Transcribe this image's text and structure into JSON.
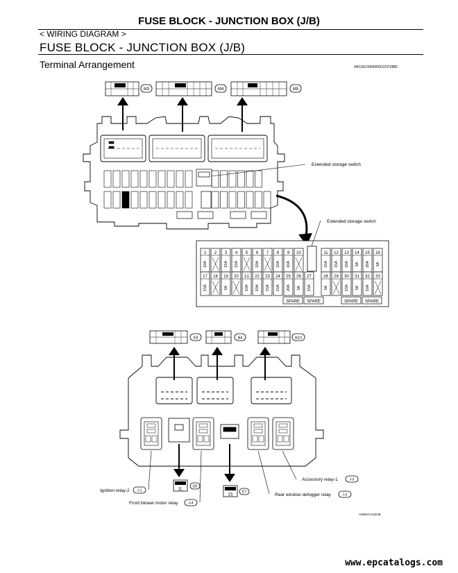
{
  "header": {
    "title": "FUSE BLOCK - JUNCTION BOX (J/B)",
    "breadcrumb": "< WIRING DIAGRAM >",
    "section_title": "FUSE BLOCK - JUNCTION BOX (J/B)",
    "subheading": "Terminal Arrangement",
    "info_id": "INFOID:0000000012372882"
  },
  "connectors": {
    "m3": "M3",
    "m4": "M4",
    "m5": "M5",
    "e8": "E8",
    "b4": "B4",
    "b23": "B23",
    "e7": "E7"
  },
  "callouts": {
    "extended_switch_1": "Extended storage switch",
    "extended_switch_2": "Extended storage switch",
    "ignition_relay_2": "Ignition relay-2",
    "front_blower_motor_relay": "Front blower motor relay",
    "accessory_relay_1": "Accessory relay-1",
    "rear_window_defogger_relay": "Rear window defogger relay"
  },
  "relay_ids": {
    "j1": "J-1",
    "j4": "J-4",
    "j3": "J-3",
    "j2": "J-2"
  },
  "terminals": {
    "e8_term": "1L",
    "e7_term": "1S"
  },
  "fuse_table": {
    "row1_numbers": [
      "1",
      "2",
      "3",
      "4",
      "5",
      "6",
      "7",
      "8",
      "9",
      "10",
      "11",
      "12",
      "13",
      "14",
      "15",
      "16"
    ],
    "row1_ratings": [
      "10A",
      "",
      "15A",
      "15A",
      "",
      "10A",
      "",
      "10A",
      "10A",
      "",
      "15A",
      "15A",
      "10A",
      "5A",
      "20A",
      "5A"
    ],
    "row2_numbers": [
      "17",
      "18",
      "19",
      "20",
      "21",
      "22",
      "23",
      "24",
      "25",
      "26",
      "27",
      "28",
      "29",
      "30",
      "31",
      "32",
      "33"
    ],
    "row2_ratings": [
      "15A",
      "",
      "5A",
      "",
      "10A",
      "10A",
      "15A",
      "15A",
      "20A",
      "5A",
      "15A",
      "5A",
      "",
      "10A",
      "5A",
      "10A",
      ""
    ],
    "spare_label": "SPARE"
  },
  "figure_code": "AWMIA1415GB",
  "watermark": "www.epcatalogs.com"
}
